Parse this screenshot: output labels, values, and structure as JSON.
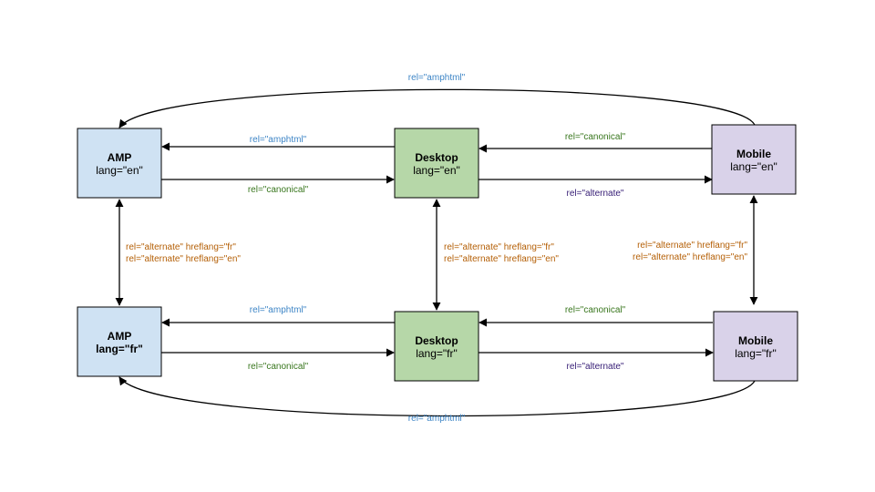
{
  "nodes": {
    "amp_en": {
      "title": "AMP",
      "sub": "lang=\"en\"",
      "fill": "#cfe2f3"
    },
    "desktop_en": {
      "title": "Desktop",
      "sub": "lang=\"en\"",
      "fill": "#b6d7a8"
    },
    "mobile_en": {
      "title": "Mobile",
      "sub": "lang=\"en\"",
      "fill": "#d9d2e9"
    },
    "amp_fr": {
      "title": "AMP",
      "sub": "lang=\"fr\"",
      "fill": "#cfe2f3"
    },
    "desktop_fr": {
      "title": "Desktop",
      "sub": "lang=\"fr\"",
      "fill": "#b6d7a8"
    },
    "mobile_fr": {
      "title": "Mobile",
      "sub": "lang=\"fr\"",
      "fill": "#d9d2e9"
    }
  },
  "labels": {
    "top_curve": "rel=\"amphtml\"",
    "bottom_curve": "rel=\"amphtml\"",
    "en_desktop_to_amp": "rel=\"amphtml\"",
    "en_amp_to_desktop": "rel=\"canonical\"",
    "en_mobile_to_desktop": "rel=\"canonical\"",
    "en_desktop_to_mobile": "rel=\"alternate\"",
    "fr_desktop_to_amp": "rel=\"amphtml\"",
    "fr_amp_to_desktop": "rel=\"canonical\"",
    "fr_mobile_to_desktop": "rel=\"canonical\"",
    "fr_desktop_to_mobile": "rel=\"alternate\"",
    "hreflang_fr": "rel=\"alternate\" hreflang=\"fr\"",
    "hreflang_en": "rel=\"alternate\" hreflang=\"en\""
  },
  "colors": {
    "amphtml": "#3d85c6",
    "canonical": "#38761d",
    "alternate": "#351c75",
    "hreflang": "#b45f06"
  }
}
